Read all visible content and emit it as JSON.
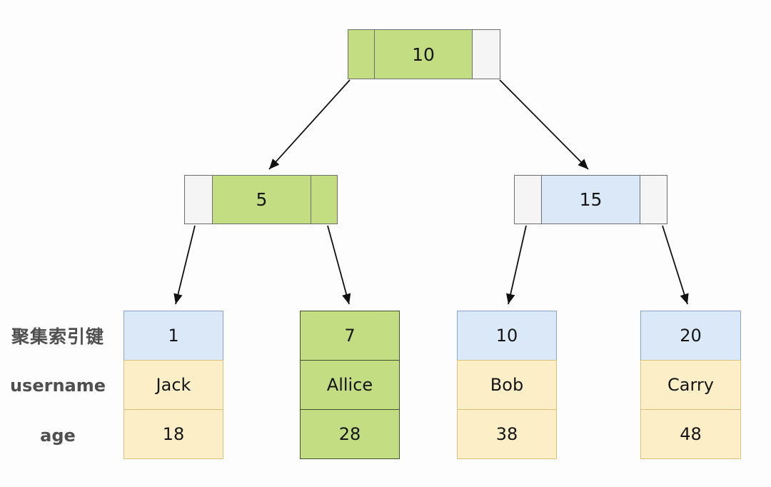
{
  "tree": {
    "root": {
      "key": "10"
    },
    "internal": [
      {
        "key": "5"
      },
      {
        "key": "15"
      }
    ],
    "row_labels": [
      "聚集索引键",
      "username",
      "age"
    ],
    "leaves": [
      {
        "key": "1",
        "username": "Jack",
        "age": "18"
      },
      {
        "key": "7",
        "username": "Allice",
        "age": "28"
      },
      {
        "key": "10",
        "username": "Bob",
        "age": "38"
      },
      {
        "key": "20",
        "username": "Carry",
        "age": "48"
      }
    ]
  },
  "colors": {
    "green": "#c3dd82",
    "blue": "#dbe8f8",
    "yellow": "#fcefc8",
    "gray_cell": "#f5f5f5",
    "node_border": "#6e6e6e",
    "green_border": "#44512f",
    "blue_border": "#8ba3cc",
    "yellow_border": "#dcc07c",
    "arrow": "#111111"
  }
}
